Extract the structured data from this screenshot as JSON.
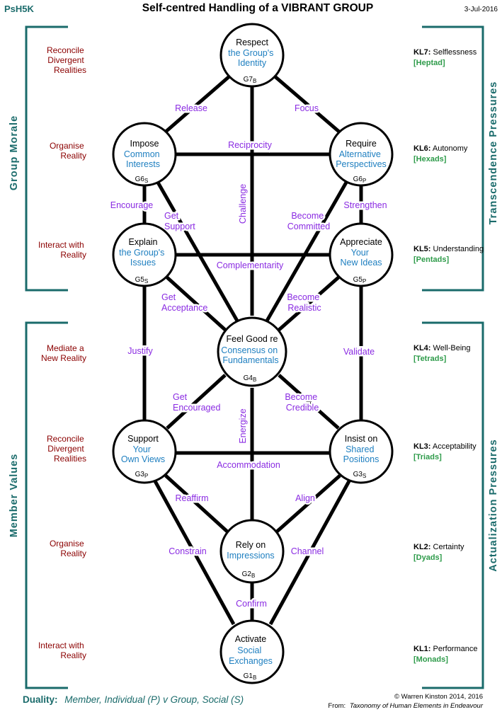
{
  "header": {
    "code": "PsH5K",
    "title": "Self-centred Handling of a VIBRANT GROUP",
    "date": "3-Jul-2016"
  },
  "colors": {
    "teal": "#1a6b6b",
    "blue": "#1e7fc0",
    "purple": "#8a2be2",
    "darkred": "#8b0000",
    "green": "#2e9b4a",
    "black": "#000000"
  },
  "side_labels": {
    "left_top": "Group Morale",
    "left_bottom": "Member Values",
    "right_top": "Transcendence Pressures",
    "right_bottom": "Actualization Pressures"
  },
  "left_labels": [
    [
      "Reconcile",
      "Divergent",
      "Realities"
    ],
    [
      "Organise",
      "Reality"
    ],
    [
      "Interact with",
      "Reality"
    ],
    [
      "Mediate a",
      "New Reality"
    ],
    [
      "Reconcile",
      "Divergent",
      "Realities"
    ],
    [
      "Organise",
      "Reality"
    ],
    [
      "Interact with",
      "Reality"
    ]
  ],
  "levels": [
    {
      "code": "KL7:",
      "name": "Selflessness",
      "group": "[Heptad]"
    },
    {
      "code": "KL6:",
      "name": "Autonomy",
      "group": "[Hexads]"
    },
    {
      "code": "KL5:",
      "name": "Understanding",
      "group": "[Pentads]"
    },
    {
      "code": "KL4:",
      "name": "Well-Being",
      "group": "[Tetrads]"
    },
    {
      "code": "KL3:",
      "name": "Acceptability",
      "group": "[Triads]"
    },
    {
      "code": "KL2:",
      "name": "Certainty",
      "group": "[Dyads]"
    },
    {
      "code": "KL1:",
      "name": "Performance",
      "group": "[Monads]"
    }
  ],
  "nodes": [
    {
      "id": "G7B",
      "title": "Respect",
      "sub": [
        "the Group's",
        "Identity"
      ],
      "code": "G7",
      "suffix": "B"
    },
    {
      "id": "G6S",
      "title": "Impose",
      "sub": [
        "Common",
        "Interests"
      ],
      "code": "G6",
      "suffix": "S"
    },
    {
      "id": "G6P",
      "title": "Require",
      "sub": [
        "Alternative",
        "Perspectives"
      ],
      "code": "G6",
      "suffix": "P"
    },
    {
      "id": "G5S",
      "title": "Explain",
      "sub": [
        "the Group's",
        "Issues"
      ],
      "code": "G5",
      "suffix": "S"
    },
    {
      "id": "G5P",
      "title": "Appreciate",
      "sub": [
        "Your",
        "New Ideas"
      ],
      "code": "G5",
      "suffix": "P"
    },
    {
      "id": "G4B",
      "title": "Feel Good re",
      "sub": [
        "Consensus on",
        "Fundamentals"
      ],
      "code": "G4",
      "suffix": "B"
    },
    {
      "id": "G3P",
      "title": "Support",
      "sub": [
        "Your",
        "Own Views"
      ],
      "code": "G3",
      "suffix": "P"
    },
    {
      "id": "G3S",
      "title": "Insist on",
      "sub": [
        "Shared",
        "Positions"
      ],
      "code": "G3",
      "suffix": "S"
    },
    {
      "id": "G2B",
      "title": "Rely on",
      "sub": [
        "Impressions"
      ],
      "code": "G2",
      "suffix": "B"
    },
    {
      "id": "G1B",
      "title": "Activate",
      "sub": [
        "Social",
        "Exchanges"
      ],
      "code": "G1",
      "suffix": "B"
    }
  ],
  "edge_labels": [
    [
      "Release"
    ],
    [
      "Focus"
    ],
    [
      "Reciprocity"
    ],
    [
      "Challenge"
    ],
    [
      "Encourage"
    ],
    [
      "Get",
      "Support"
    ],
    [
      "Become",
      "Committed"
    ],
    [
      "Strengthen"
    ],
    [
      "Complementarity"
    ],
    [
      "Get",
      "Acceptance"
    ],
    [
      "Become",
      "Realistic"
    ],
    [
      "Justify"
    ],
    [
      "Validate"
    ],
    [
      "Get",
      "Encouraged"
    ],
    [
      "Energize"
    ],
    [
      "Become",
      "Credible"
    ],
    [
      "Accommodation"
    ],
    [
      "Reaffirm"
    ],
    [
      "Align"
    ],
    [
      "Constrain"
    ],
    [
      "Channel"
    ],
    [
      "Confirm"
    ]
  ],
  "footer": {
    "duality_label": "Duality:",
    "duality_text": "Member, Individual (P) v Group, Social (S)",
    "copyright": "© Warren Kinston 2014, 2016",
    "source_prefix": "From:",
    "source_title": "Taxonomy of Human Elements in Endeavour"
  }
}
